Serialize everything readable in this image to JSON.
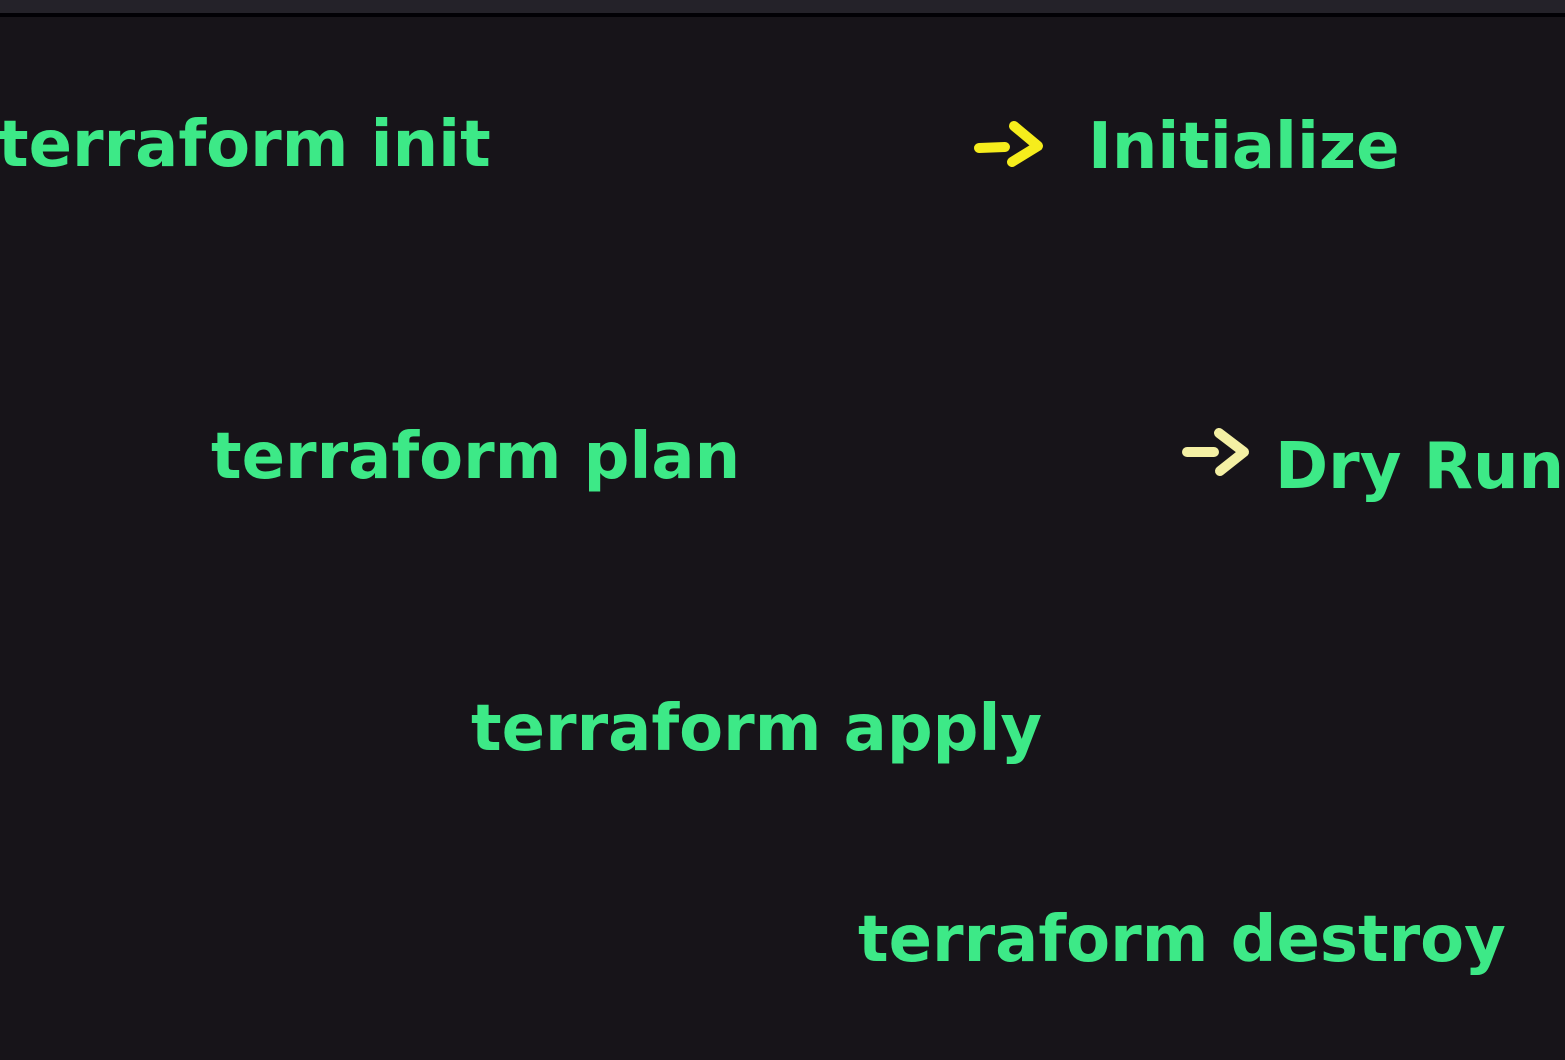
{
  "window": {
    "titlebar_color": "#242229",
    "divider_color": "#020105",
    "background_color": "#171419"
  },
  "annotation": {
    "text_color": "#3de987",
    "items": [
      {
        "command": "terraform init",
        "arrow": "->",
        "arrow_color": "#f6ed1c",
        "meaning": "Initialize"
      },
      {
        "command": "terraform plan",
        "arrow": "->",
        "arrow_color": "#f4f0a4",
        "meaning": "Dry Run"
      },
      {
        "command": "terraform apply"
      },
      {
        "command": "terraform destroy"
      }
    ]
  }
}
